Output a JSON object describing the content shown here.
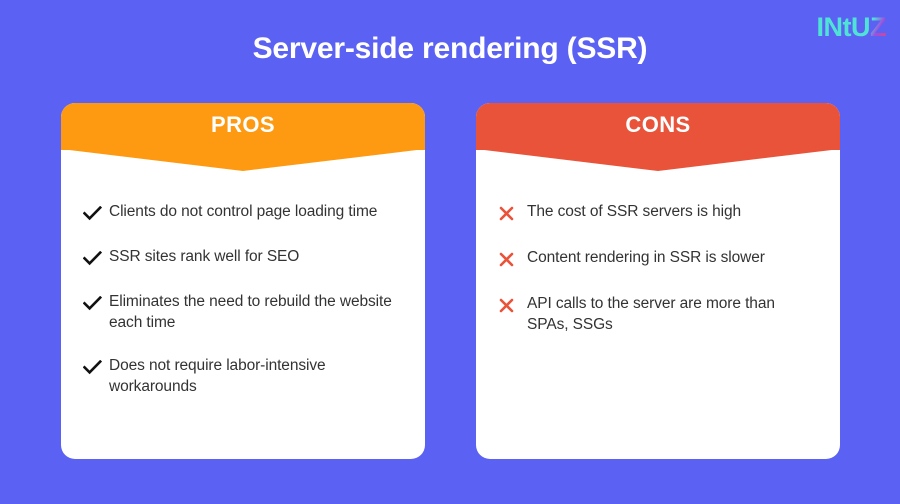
{
  "brand": {
    "logo_main": "INtU",
    "logo_accent": "Z",
    "logo_color": "#4FE3D6",
    "logo_accent_color": "#E8457A"
  },
  "page": {
    "title": "Server-side rendering (SSR)",
    "background_color": "#5B61F2",
    "title_color": "#FFFFFF"
  },
  "columns": [
    {
      "id": "pros",
      "heading": "PROS",
      "accent_color": "#FD9A11",
      "mark_icon": "check-icon",
      "mark_color": "#111111",
      "items": [
        "Clients do not control page loading time",
        "SSR sites rank well for SEO",
        "Eliminates the need to rebuild the website each time",
        "Does not require labor-intensive workarounds"
      ]
    },
    {
      "id": "cons",
      "heading": "CONS",
      "accent_color": "#E9533A",
      "mark_icon": "cross-icon",
      "mark_color": "#E9533A",
      "items": [
        "The cost of SSR servers is high",
        "Content rendering in SSR is slower",
        "API calls to the server are more than SPAs, SSGs"
      ]
    }
  ]
}
